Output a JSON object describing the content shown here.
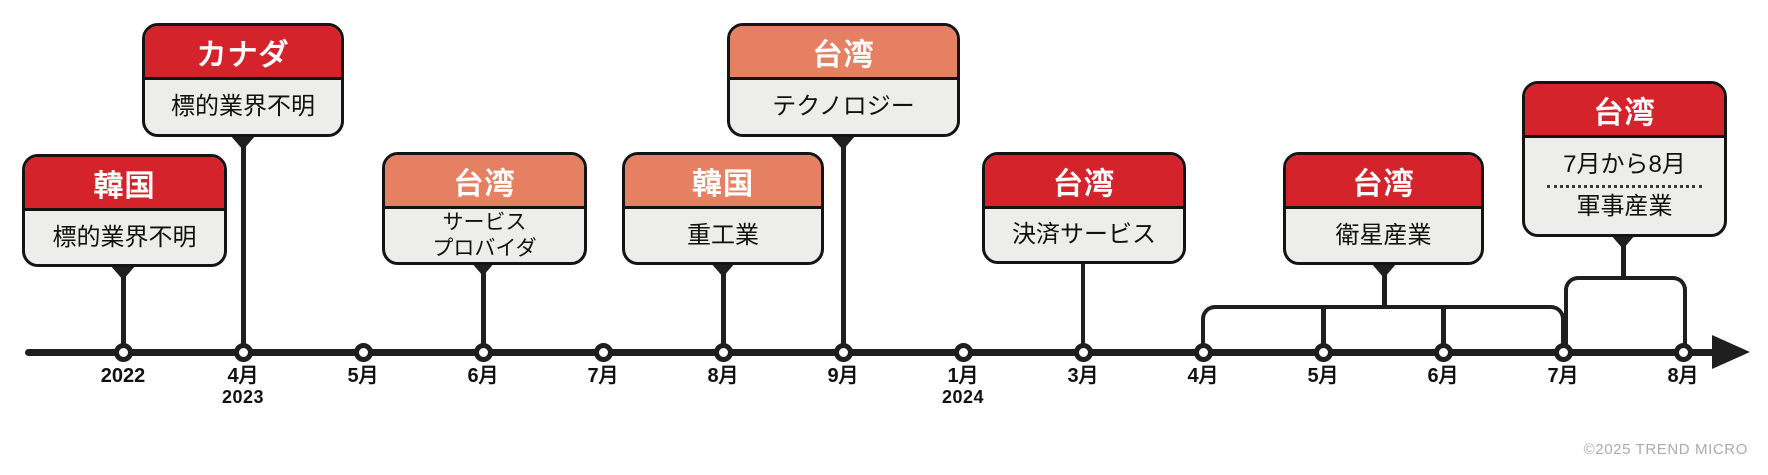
{
  "colors": {
    "red": "#d5232b",
    "salmon": "#e58063",
    "panel": "#edeeec",
    "line": "#1f1f1f",
    "footer": "#ababab"
  },
  "footer": {
    "copyright": "©2025 TREND MICRO"
  },
  "timeline": {
    "ticks": [
      {
        "month": "2022",
        "year": ""
      },
      {
        "month": "4月",
        "year": "2023"
      },
      {
        "month": "5月",
        "year": ""
      },
      {
        "month": "6月",
        "year": ""
      },
      {
        "month": "7月",
        "year": ""
      },
      {
        "month": "8月",
        "year": ""
      },
      {
        "month": "9月",
        "year": ""
      },
      {
        "month": "1月",
        "year": "2024"
      },
      {
        "month": "3月",
        "year": ""
      },
      {
        "month": "4月",
        "year": ""
      },
      {
        "month": "5月",
        "year": ""
      },
      {
        "month": "6月",
        "year": ""
      },
      {
        "month": "7月",
        "year": ""
      },
      {
        "month": "8月",
        "year": ""
      }
    ]
  },
  "events": [
    {
      "country": "韓国",
      "industry": "標的業界不明",
      "variant": "red",
      "timeline_position": "2022"
    },
    {
      "country": "カナダ",
      "industry": "標的業界不明",
      "variant": "red",
      "timeline_position": "2023年4月"
    },
    {
      "country": "台湾",
      "industry_lines": [
        "サービス",
        "プロバイダ"
      ],
      "variant": "salmon",
      "timeline_position": "2023年6月"
    },
    {
      "country": "韓国",
      "industry": "重工業",
      "variant": "salmon",
      "timeline_position": "2023年8月"
    },
    {
      "country": "台湾",
      "industry": "テクノロジー",
      "variant": "salmon",
      "timeline_position": "2023年9月"
    },
    {
      "country": "台湾",
      "industry": "決済サービス",
      "variant": "red",
      "timeline_position": "2024年3月"
    },
    {
      "country": "台湾",
      "industry": "衛星産業",
      "variant": "red",
      "timeline_position": "2024年4月〜7月"
    },
    {
      "country": "台湾",
      "date_range": "7月から8月",
      "industry": "軍事産業",
      "variant": "red",
      "timeline_position": "2024年7月〜8月"
    }
  ]
}
